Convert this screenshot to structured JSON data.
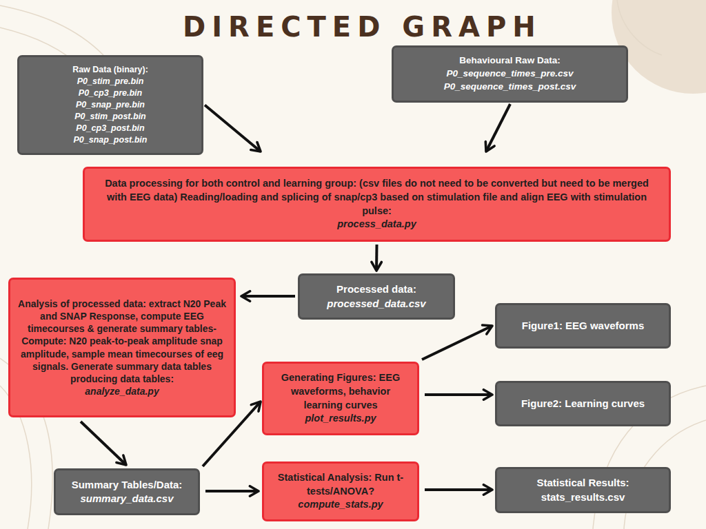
{
  "diagram": {
    "title": "DIRECTED GRAPH",
    "nodes": [
      {
        "text": [
          "Raw Data (binary):",
          "P0_stim_pre.bin P0_cp3_pre.bin P0_snap_pre.bin P0_stim_post.bin P0_cp3_post.bin P0_snap_post.bin"
        ]
      },
      {
        "text": [
          "Behavioural Raw Data:",
          "P0_sequence_times_pre.csv P0_sequence_times_post.csv"
        ]
      },
      {
        "text": [
          "Data processing for both control and learning group: (csv files do not need to be converted but need to be merged with EEG data) Reading/loading and splicing of snap/cp3 based on stimulation file and align EEG with stimulation pulse:",
          "process_data.py"
        ]
      },
      {
        "text": [
          "Processed data:",
          "processed_data.csv"
        ]
      },
      {
        "text": [
          "Analysis of processed data: extract N20 Peak and SNAP Response, compute EEG timecourses & generate summary tables- Compute: N20 peak-to-peak amplitude snap amplitude, sample mean timecourses of eeg signals. Generate summary data tables producing data tables:",
          "analyze_data.py"
        ]
      },
      {
        "text": [
          "Figure1: EEG waveforms"
        ]
      },
      {
        "text": [
          "Generating Figures: EEG waveforms, behavior learning curves",
          "plot_results.py"
        ]
      },
      {
        "text": [
          "Figure2: Learning curves"
        ]
      },
      {
        "text": [
          "Summary Tables/Data:",
          "summary_data.csv"
        ]
      },
      {
        "text": [
          "Statistical Analysis: Run t-tests/ANOVA?",
          "compute_stats.py"
        ]
      },
      {
        "text": [
          "Statistical Results:",
          "stats_results.csv"
        ]
      }
    ],
    "edges": [
      {
        "from": 0,
        "to": 2,
        "arrow": "to"
      },
      {
        "from": 1,
        "to": 2,
        "arrow": "to"
      },
      {
        "from": 2,
        "to": 3,
        "arrow": "to"
      },
      {
        "from": 3,
        "to": 4,
        "arrow": "to"
      },
      {
        "from": 4,
        "to": 8,
        "arrow": "to"
      },
      {
        "from": 8,
        "to": 6,
        "arrow": "to"
      },
      {
        "from": 8,
        "to": 9,
        "arrow": "to"
      },
      {
        "from": 6,
        "to": 5,
        "arrow": "to"
      },
      {
        "from": 6,
        "to": 7,
        "arrow": "to"
      },
      {
        "from": 9,
        "to": 10,
        "arrow": "to"
      }
    ]
  }
}
